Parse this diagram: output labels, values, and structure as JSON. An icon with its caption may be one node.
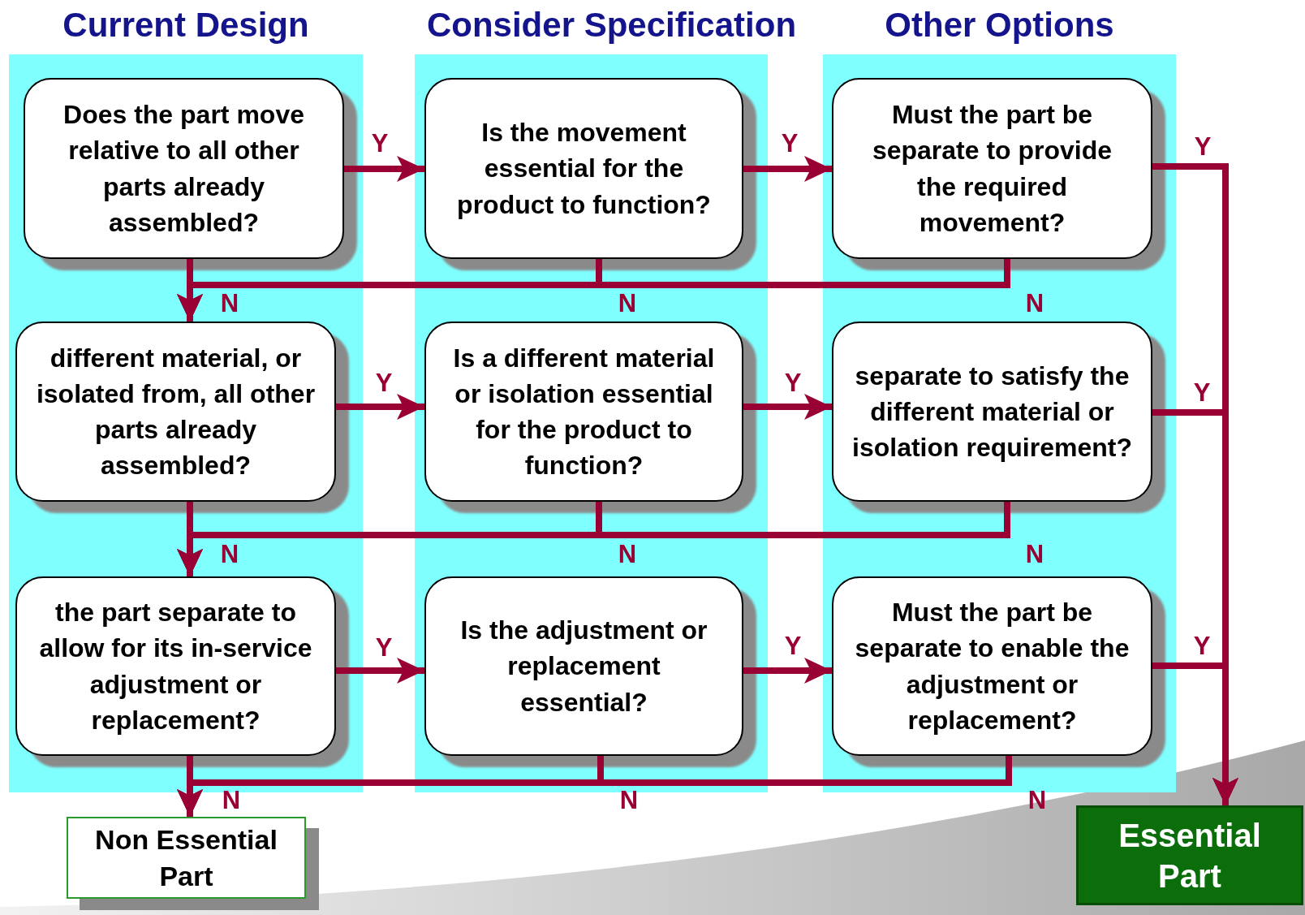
{
  "diagram": {
    "nodes": [
      {
        "text": [
          "Current Design"
        ]
      },
      {
        "text": [
          "Consider Specification"
        ]
      },
      {
        "text": [
          "Other Options"
        ]
      },
      {
        "text": [
          "Does the part move relative to all other parts already assembled?"
        ],
        "in": 0
      },
      {
        "text": [
          "Is the movement essential for the product to function?"
        ],
        "in": 1
      },
      {
        "text": [
          "Must the part be separate to provide the required movement?"
        ],
        "in": 2
      },
      {
        "text": [
          "different material, or isolated from, all other parts already assembled?"
        ],
        "in": 0
      },
      {
        "text": [
          "Is a different material or isolation essential for the product to function?"
        ],
        "in": 1
      },
      {
        "text": [
          "separate to satisfy the different material or isolation requirement?"
        ],
        "in": 2
      },
      {
        "text": [
          "the part separate to allow for its in-service adjustment or replacement?"
        ],
        "in": 0
      },
      {
        "text": [
          "Is the adjustment or replacement essential?"
        ],
        "in": 1
      },
      {
        "text": [
          "Must the part be separate to enable the adjustment or replacement?"
        ],
        "in": 2
      },
      {
        "text": [
          "Non Essential Part"
        ]
      },
      {
        "text": [
          "Essential Part"
        ]
      }
    ],
    "edges": [
      {
        "from": 3,
        "to": 4,
        "arrow": "to",
        "label": "Y"
      },
      {
        "from": 4,
        "to": 5,
        "arrow": "to",
        "label": "Y"
      },
      {
        "from": 5,
        "to": 13,
        "arrow": "to",
        "label": "Y"
      },
      {
        "from": 6,
        "to": 7,
        "arrow": "to",
        "label": "Y"
      },
      {
        "from": 7,
        "to": 8,
        "arrow": "to",
        "label": "Y"
      },
      {
        "from": 8,
        "to": 13,
        "arrow": "to",
        "label": "Y"
      },
      {
        "from": 9,
        "to": 10,
        "arrow": "to",
        "label": "Y"
      },
      {
        "from": 10,
        "to": 11,
        "arrow": "to",
        "label": "Y"
      },
      {
        "from": 11,
        "to": 13,
        "arrow": "to",
        "label": "Y"
      },
      {
        "from": 3,
        "to": 6,
        "arrow": "to",
        "label": "N"
      },
      {
        "from": 4,
        "to": 6,
        "arrow": "to",
        "label": "N"
      },
      {
        "from": 5,
        "to": 6,
        "arrow": "to",
        "label": "N"
      },
      {
        "from": 6,
        "to": 9,
        "arrow": "to",
        "label": "N"
      },
      {
        "from": 7,
        "to": 9,
        "arrow": "to",
        "label": "N"
      },
      {
        "from": 8,
        "to": 9,
        "arrow": "to",
        "label": "N"
      },
      {
        "from": 9,
        "to": 12,
        "arrow": "to",
        "label": "N"
      },
      {
        "from": 10,
        "to": 12,
        "arrow": "to",
        "label": "N"
      },
      {
        "from": 11,
        "to": 12,
        "arrow": "to",
        "label": "N"
      }
    ]
  }
}
